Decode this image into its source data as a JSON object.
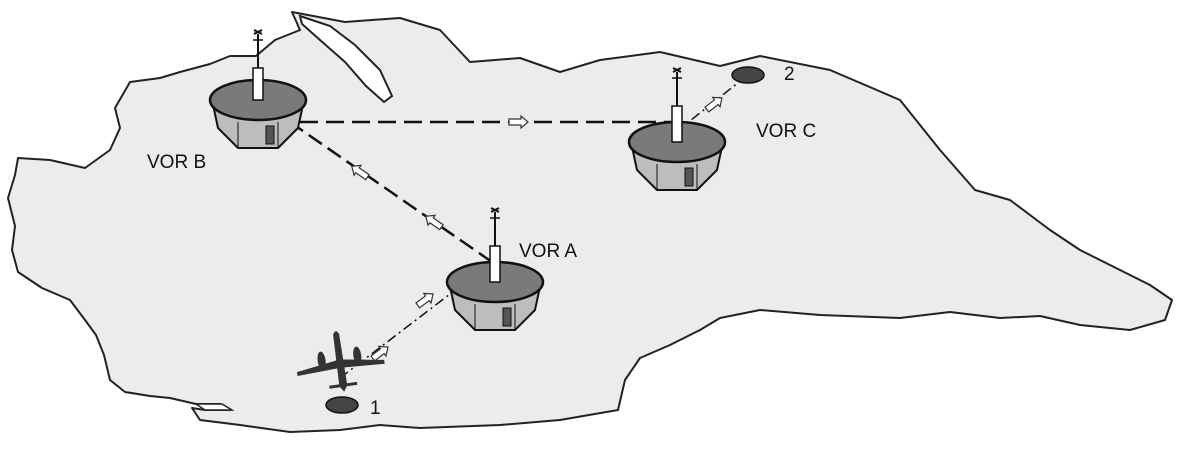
{
  "stations": {
    "a": {
      "label": "VOR A"
    },
    "b": {
      "label": "VOR B"
    },
    "c": {
      "label": "VOR C"
    }
  },
  "waypoints": {
    "start": {
      "label": "1"
    },
    "end": {
      "label": "2"
    }
  },
  "colors": {
    "land": "#ececec",
    "coast": "#222222",
    "station_top": "#7a7a7a",
    "station_body": "#bdbdbd",
    "waypoint": "#444444",
    "route": "#111111"
  }
}
